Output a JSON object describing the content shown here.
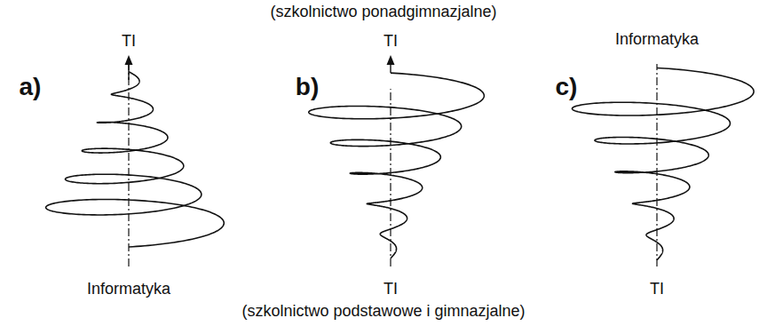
{
  "diagram": {
    "labels": [
      "(szkolnictwo ponadgimnazjalne)",
      "TI",
      "TI",
      "Informatyka",
      "a)",
      "b)",
      "c)",
      "Informatyka",
      "TI",
      "TI",
      "(szkolnictwo podstawowe i gimnazjalne)"
    ]
  }
}
